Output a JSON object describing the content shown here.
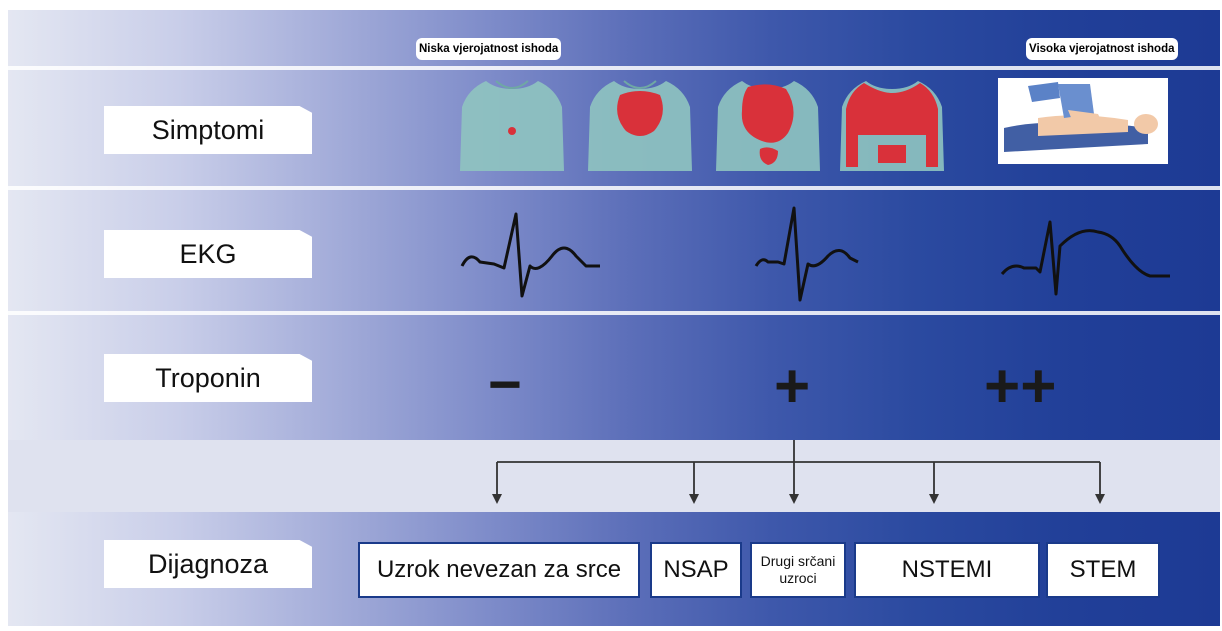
{
  "risk": {
    "low": "Niska vjerojatnost ishoda",
    "high": "Visoka vjerojatnost ishoda"
  },
  "rows": {
    "symptoms": "Simptomi",
    "ekg": "EKG",
    "troponin": "Troponin",
    "diagnosis": "Dijagnoza"
  },
  "troponin_levels": [
    "−",
    "+",
    "++"
  ],
  "diagnoses": [
    "Uzrok nevezan za srce",
    "NSAP",
    "Drugi srčani uzroci",
    "NSTEMI",
    "STEM"
  ],
  "colors": {
    "torso": "#8fc4c0",
    "pain": "#d9313a",
    "band_dark": "#1d3a94",
    "band_light": "#e4e7f2"
  },
  "icons": [
    "torso-small-pain-icon",
    "torso-central-pain-icon",
    "torso-spreading-pain-icon",
    "torso-widespread-pain-icon",
    "cpr-scene-icon",
    "ekg-normal-wave-icon",
    "ekg-minor-change-wave-icon",
    "ekg-st-elevation-wave-icon"
  ]
}
